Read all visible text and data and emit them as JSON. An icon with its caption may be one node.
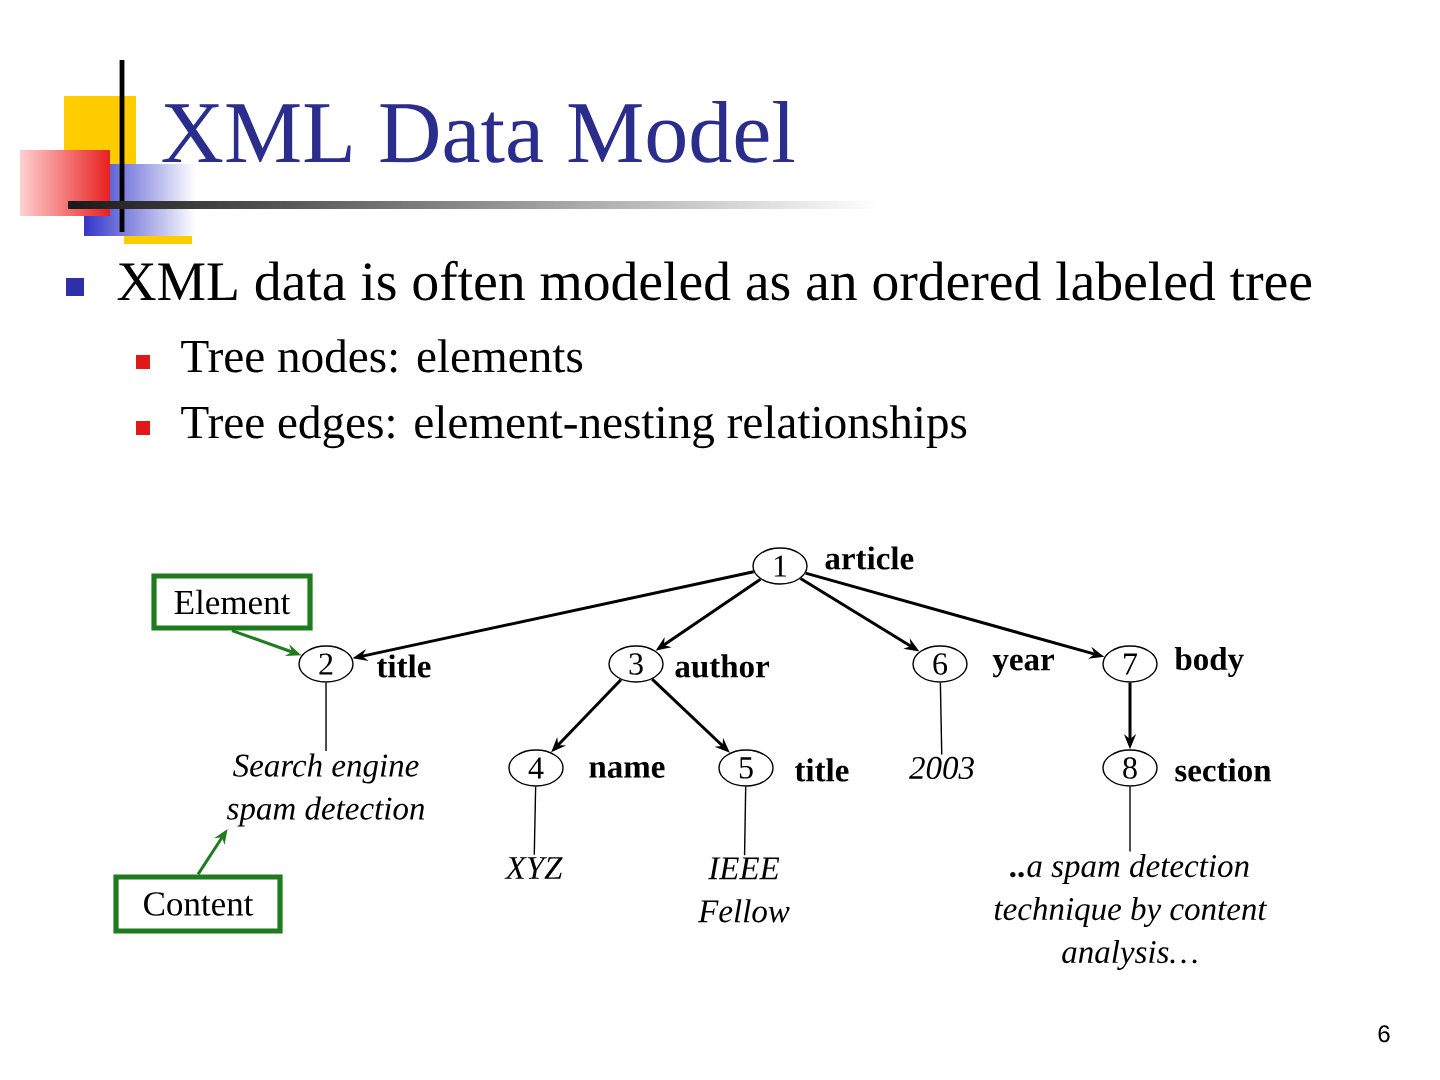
{
  "diagram": {
    "title": "XML Data Model",
    "nodes": [
      {
        "text": [
          "1"
        ],
        "beside": [
          "article"
        ]
      },
      {
        "text": [
          "Element"
        ]
      },
      {
        "text": [
          "2"
        ],
        "beside": [
          "title"
        ]
      },
      {
        "text": [
          "3"
        ],
        "beside": [
          "author"
        ]
      },
      {
        "text": [
          "6"
        ],
        "beside": [
          "year"
        ]
      },
      {
        "text": [
          "7"
        ],
        "beside": [
          "body"
        ]
      },
      {
        "text": [
          "Search engine spam detection"
        ]
      },
      {
        "text": [
          "4"
        ],
        "beside": [
          "name"
        ]
      },
      {
        "text": [
          "5"
        ],
        "beside": [
          "title"
        ]
      },
      {
        "text": [
          "2003"
        ]
      },
      {
        "text": [
          "8"
        ],
        "beside": [
          "section"
        ]
      },
      {
        "text": [
          "Content"
        ]
      },
      {
        "text": [
          "XYZ"
        ]
      },
      {
        "text": [
          "IEEE Fellow"
        ]
      },
      {
        "text": [
          "**..**a spam detection technique by content analysis…"
        ]
      }
    ],
    "edges": [
      {
        "from": 0,
        "to": 2,
        "arrow": "to"
      },
      {
        "from": 0,
        "to": 3,
        "arrow": "to"
      },
      {
        "from": 0,
        "to": 4,
        "arrow": "to"
      },
      {
        "from": 0,
        "to": 5,
        "arrow": "to"
      },
      {
        "from": 3,
        "to": 7,
        "arrow": "to"
      },
      {
        "from": 3,
        "to": 8,
        "arrow": "to"
      },
      {
        "from": 5,
        "to": 10,
        "arrow": "to"
      },
      {
        "from": 2,
        "to": 6,
        "arrow": "none"
      },
      {
        "from": 7,
        "to": 12,
        "arrow": "none"
      },
      {
        "from": 8,
        "to": 13,
        "arrow": "none"
      },
      {
        "from": 4,
        "to": 9,
        "arrow": "none"
      },
      {
        "from": 10,
        "to": 14,
        "arrow": "none"
      },
      {
        "from": 1,
        "to": 2,
        "arrow": "to",
        "color": "#1e7b1e"
      },
      {
        "from": 11,
        "to": 6,
        "arrow": "to",
        "color": "#1e7b1e"
      }
    ],
    "labels": [
      "XML data is often modeled as an ordered labeled tree",
      "Tree nodes: elements",
      "Tree edges: element-nesting relationships",
      "6"
    ]
  }
}
